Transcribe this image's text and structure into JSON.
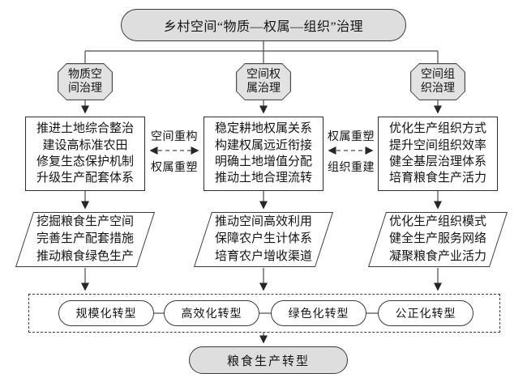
{
  "diagram": {
    "title": "乡村空间“物质—权属—组织”治理",
    "pillars": [
      {
        "label": "物质空\n间治理",
        "measures": "推进土地综合整治\n建设高标准农田\n修复生态保护机制\n升级生产配套体系",
        "outcomes": "挖掘粮食生产空间\n完善生产配套措施\n推动粮食绿色生产"
      },
      {
        "label": "空间权\n属治理",
        "measures": "稳定耕地权属关系\n构建权属远近衔接\n明确土地增值分配\n推动土地合理流转",
        "outcomes": "推动空间高效利用\n保障农户生计体系\n培育农户增收渠道"
      },
      {
        "label": "空间组\n织治理",
        "measures": "优化生产组织方式\n提升空间组织效率\n健全基层治理体系\n培育粮食生产活力",
        "outcomes": "优化生产组织模式\n健全生产服务网络\n凝聚粮食产业活力"
      }
    ],
    "links": [
      {
        "top": "空间重构",
        "bottom": "权属重塑"
      },
      {
        "top": "权属重塑",
        "bottom": "组织重建"
      }
    ],
    "transitions": [
      "规模化转型",
      "高效化转型",
      "绿色化转型",
      "公正化转型"
    ],
    "result": "粮食生产转型",
    "colors": {
      "node_fill": "#dedede",
      "line": "#4a4a4a"
    }
  }
}
